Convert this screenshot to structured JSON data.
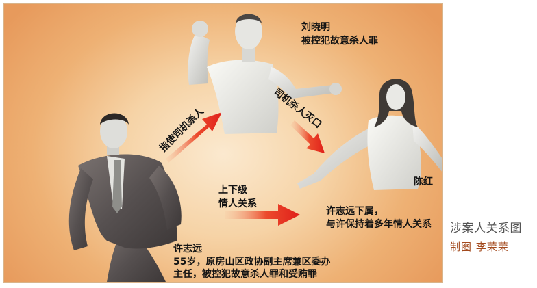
{
  "people": {
    "liu": {
      "name": "刘晓明",
      "desc": "被控犯故意杀人罪"
    },
    "chen": {
      "name": "陈红"
    },
    "xu": {
      "name": "许志远",
      "desc": "55岁，原房山区政协副主席兼区委办主任，被控犯故意杀人罪和受贿罪"
    }
  },
  "relations": {
    "xu_to_liu": "指使司机杀人",
    "liu_to_chen": "司机杀人灭口",
    "xu_to_chen_left_1": "上下级",
    "xu_to_chen_left_2": "情人关系",
    "xu_to_chen_right_1": "许志远下属，",
    "xu_to_chen_right_2": "与许保持着多年情人关系"
  },
  "caption": {
    "title": "涉案人关系图",
    "credit": "制图 李荣荣"
  },
  "colors": {
    "background_center": "#fbe9cf",
    "background_edge": "#e79a5c",
    "arrow": "#e8281e",
    "suit": "#5a5250",
    "shirt": "#ebebe6"
  }
}
